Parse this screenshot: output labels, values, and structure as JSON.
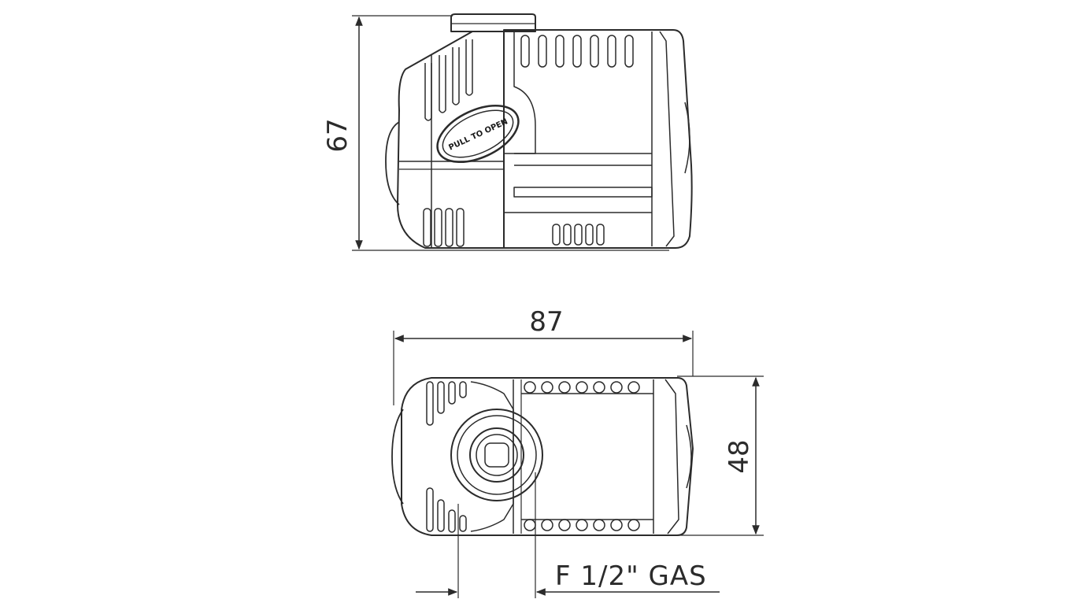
{
  "side_view": {
    "height_dimension": "67",
    "badge_text": "PULL TO OPEN"
  },
  "top_view": {
    "length_dimension": "87",
    "width_dimension": "48",
    "outlet_label": "F 1/2\" GAS"
  },
  "colors": {
    "line": "#2b2b2b",
    "background": "#ffffff"
  }
}
